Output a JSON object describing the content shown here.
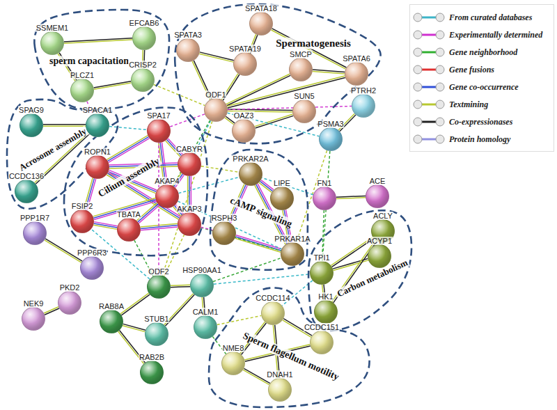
{
  "diagram": {
    "nodes": [
      {
        "text": [
          "sperm capacitation"
        ]
      },
      {
        "text": [
          "SSMEM1"
        ],
        "in": 0
      },
      {
        "text": [
          "EFCAB6"
        ],
        "in": 0
      },
      {
        "text": [
          "PLCZ1"
        ],
        "in": 0
      },
      {
        "text": [
          "CRISP2"
        ],
        "in": 0
      },
      {
        "text": [
          "Spermatogenesis"
        ]
      },
      {
        "text": [
          "SPATA18"
        ],
        "in": 5
      },
      {
        "text": [
          "SPATA3"
        ],
        "in": 5
      },
      {
        "text": [
          "SPATA19"
        ],
        "in": 5
      },
      {
        "text": [
          "SMCP"
        ],
        "in": 5
      },
      {
        "text": [
          "SPATA6"
        ],
        "in": 5
      },
      {
        "text": [
          "ODF1"
        ],
        "in": 5
      },
      {
        "text": [
          "SUN5"
        ],
        "in": 5
      },
      {
        "text": [
          "OAZ3"
        ],
        "in": 5
      },
      {
        "text": [
          "PTRH2"
        ]
      },
      {
        "text": [
          "PSMA3"
        ]
      },
      {
        "text": [
          "Acrosome assembly"
        ]
      },
      {
        "text": [
          "SPAG9"
        ],
        "in": 16
      },
      {
        "text": [
          "SPACA1"
        ],
        "in": 16
      },
      {
        "text": [
          "CCDC136"
        ],
        "in": 16
      },
      {
        "text": [
          "Cilium assembly"
        ]
      },
      {
        "text": [
          "SPA17"
        ],
        "in": 20
      },
      {
        "text": [
          "ROPN1"
        ],
        "in": 20
      },
      {
        "text": [
          "CABYR"
        ],
        "in": 20
      },
      {
        "text": [
          "AKAP4"
        ],
        "in": 20
      },
      {
        "text": [
          "FSIP2"
        ],
        "in": 20
      },
      {
        "text": [
          "AKAP3"
        ],
        "in": 20
      },
      {
        "text": [
          "TBATA"
        ],
        "in": 20
      },
      {
        "text": [
          "cAMP signaling"
        ]
      },
      {
        "text": [
          "PRKAR2A"
        ],
        "in": 28
      },
      {
        "text": [
          "LIPE"
        ],
        "in": 28
      },
      {
        "text": [
          "RSPH3"
        ],
        "in": 28
      },
      {
        "text": [
          "PRKAR1A"
        ],
        "in": 28
      },
      {
        "text": [
          "FN1"
        ]
      },
      {
        "text": [
          "ACE"
        ]
      },
      {
        "text": [
          "PPP1R7"
        ]
      },
      {
        "text": [
          "PPP6R3"
        ]
      },
      {
        "text": [
          "Carbon metabolism"
        ]
      },
      {
        "text": [
          "ACLY"
        ],
        "in": 37
      },
      {
        "text": [
          "TPI1"
        ],
        "in": 37
      },
      {
        "text": [
          "ACYP1"
        ],
        "in": 37
      },
      {
        "text": [
          "HK1"
        ],
        "in": 37
      },
      {
        "text": [
          "PKD2"
        ]
      },
      {
        "text": [
          "NEK9"
        ]
      },
      {
        "text": [
          "ODF2"
        ]
      },
      {
        "text": [
          "HSP90AA1"
        ]
      },
      {
        "text": [
          "RAB8A"
        ]
      },
      {
        "text": [
          "STUB1"
        ]
      },
      {
        "text": [
          "CALM1"
        ]
      },
      {
        "text": [
          "RAB2B"
        ]
      },
      {
        "text": [
          "Sperm flagellum motility"
        ]
      },
      {
        "text": [
          "CCDC114"
        ],
        "in": 50
      },
      {
        "text": [
          "CCDC151"
        ],
        "in": 50
      },
      {
        "text": [
          "NME8"
        ],
        "in": 50
      },
      {
        "text": [
          "DNAH1"
        ],
        "in": 50
      }
    ],
    "edges": [
      {
        "from": 1,
        "to": 2,
        "arrow": "none"
      },
      {
        "from": 1,
        "to": 3,
        "arrow": "none"
      },
      {
        "from": 2,
        "to": 4,
        "arrow": "none"
      },
      {
        "from": 3,
        "to": 4,
        "arrow": "none"
      },
      {
        "from": 4,
        "to": 11,
        "arrow": "none"
      },
      {
        "from": 3,
        "to": 18,
        "arrow": "none"
      },
      {
        "from": 7,
        "to": 11,
        "arrow": "none"
      },
      {
        "from": 8,
        "to": 11,
        "arrow": "none"
      },
      {
        "from": 9,
        "to": 11,
        "arrow": "none"
      },
      {
        "from": 10,
        "to": 11,
        "arrow": "none"
      },
      {
        "from": 6,
        "to": 8,
        "arrow": "none"
      },
      {
        "from": 6,
        "to": 10,
        "arrow": "none"
      },
      {
        "from": 7,
        "to": 8,
        "arrow": "none"
      },
      {
        "from": 9,
        "to": 10,
        "arrow": "none"
      },
      {
        "from": 11,
        "to": 12,
        "arrow": "none"
      },
      {
        "from": 11,
        "to": 13,
        "arrow": "none"
      },
      {
        "from": 12,
        "to": 13,
        "arrow": "none"
      },
      {
        "from": 11,
        "to": 21,
        "arrow": "none"
      },
      {
        "from": 11,
        "to": 23,
        "arrow": "none"
      },
      {
        "from": 11,
        "to": 24,
        "arrow": "none"
      },
      {
        "from": 11,
        "to": 44,
        "arrow": "none"
      },
      {
        "from": 11,
        "to": 14,
        "arrow": "none"
      },
      {
        "from": 11,
        "to": 15,
        "arrow": "none"
      },
      {
        "from": 14,
        "to": 15,
        "arrow": "none"
      },
      {
        "from": 17,
        "to": 18,
        "arrow": "none"
      },
      {
        "from": 18,
        "to": 19,
        "arrow": "none"
      },
      {
        "from": 18,
        "to": 21,
        "arrow": "none"
      },
      {
        "from": 21,
        "to": 22,
        "arrow": "none"
      },
      {
        "from": 21,
        "to": 23,
        "arrow": "none"
      },
      {
        "from": 21,
        "to": 24,
        "arrow": "none"
      },
      {
        "from": 22,
        "to": 24,
        "arrow": "none"
      },
      {
        "from": 22,
        "to": 25,
        "arrow": "none"
      },
      {
        "from": 22,
        "to": 26,
        "arrow": "none"
      },
      {
        "from": 23,
        "to": 24,
        "arrow": "none"
      },
      {
        "from": 23,
        "to": 26,
        "arrow": "none"
      },
      {
        "from": 24,
        "to": 26,
        "arrow": "none"
      },
      {
        "from": 24,
        "to": 25,
        "arrow": "none"
      },
      {
        "from": 25,
        "to": 27,
        "arrow": "none"
      },
      {
        "from": 24,
        "to": 27,
        "arrow": "none"
      },
      {
        "from": 26,
        "to": 27,
        "arrow": "none"
      },
      {
        "from": 22,
        "to": 23,
        "arrow": "none"
      },
      {
        "from": 29,
        "to": 30,
        "arrow": "none"
      },
      {
        "from": 29,
        "to": 31,
        "arrow": "none"
      },
      {
        "from": 29,
        "to": 32,
        "arrow": "none"
      },
      {
        "from": 30,
        "to": 32,
        "arrow": "none"
      },
      {
        "from": 31,
        "to": 32,
        "arrow": "none"
      },
      {
        "from": 24,
        "to": 29,
        "arrow": "none"
      },
      {
        "from": 26,
        "to": 32,
        "arrow": "none"
      },
      {
        "from": 23,
        "to": 29,
        "arrow": "none"
      },
      {
        "from": 26,
        "to": 31,
        "arrow": "none"
      },
      {
        "from": 24,
        "to": 32,
        "arrow": "none"
      },
      {
        "from": 15,
        "to": 39,
        "arrow": "none"
      },
      {
        "from": 15,
        "to": 32,
        "arrow": "none"
      },
      {
        "from": 33,
        "to": 34,
        "arrow": "none"
      },
      {
        "from": 33,
        "to": 29,
        "arrow": "none"
      },
      {
        "from": 33,
        "to": 39,
        "arrow": "none"
      },
      {
        "from": 35,
        "to": 36,
        "arrow": "none"
      },
      {
        "from": 38,
        "to": 39,
        "arrow": "none"
      },
      {
        "from": 38,
        "to": 40,
        "arrow": "none"
      },
      {
        "from": 39,
        "to": 41,
        "arrow": "none"
      },
      {
        "from": 39,
        "to": 40,
        "arrow": "none"
      },
      {
        "from": 38,
        "to": 41,
        "arrow": "none"
      },
      {
        "from": 45,
        "to": 39,
        "arrow": "none"
      },
      {
        "from": 45,
        "to": 32,
        "arrow": "none"
      },
      {
        "from": 45,
        "to": 47,
        "arrow": "none"
      },
      {
        "from": 45,
        "to": 48,
        "arrow": "none"
      },
      {
        "from": 45,
        "to": 44,
        "arrow": "none"
      },
      {
        "from": 44,
        "to": 46,
        "arrow": "none"
      },
      {
        "from": 44,
        "to": 26,
        "arrow": "none"
      },
      {
        "from": 44,
        "to": 21,
        "arrow": "none"
      },
      {
        "from": 44,
        "to": 25,
        "arrow": "none"
      },
      {
        "from": 27,
        "to": 44,
        "arrow": "none"
      },
      {
        "from": 46,
        "to": 49,
        "arrow": "none"
      },
      {
        "from": 46,
        "to": 47,
        "arrow": "none"
      },
      {
        "from": 42,
        "to": 43,
        "arrow": "none"
      },
      {
        "from": 48,
        "to": 53,
        "arrow": "none"
      },
      {
        "from": 48,
        "to": 51,
        "arrow": "none"
      },
      {
        "from": 51,
        "to": 52,
        "arrow": "none"
      },
      {
        "from": 51,
        "to": 53,
        "arrow": "none"
      },
      {
        "from": 51,
        "to": 54,
        "arrow": "none"
      },
      {
        "from": 53,
        "to": 54,
        "arrow": "none"
      },
      {
        "from": 52,
        "to": 53,
        "arrow": "none"
      },
      {
        "from": 39,
        "to": 51,
        "arrow": "none"
      }
    ],
    "legend": [
      {
        "text": "From curated databases"
      },
      {
        "text": "Experimentally determined"
      },
      {
        "text": "Gene neighborhood"
      },
      {
        "text": "Gene fusions"
      },
      {
        "text": "Gene co-occurrence"
      },
      {
        "text": "Textmining"
      },
      {
        "text": "Co-expressionases"
      },
      {
        "text": "Protein homology"
      }
    ]
  }
}
